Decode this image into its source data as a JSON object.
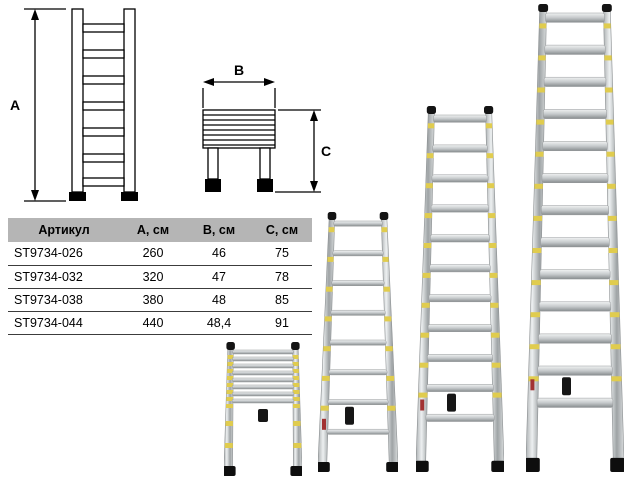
{
  "diagram": {
    "front": {
      "height_label": "A"
    },
    "side": {
      "width_label": "B",
      "height_label": "C"
    }
  },
  "table": {
    "headers": [
      "Артикул",
      "А, см",
      "В, см",
      "С, см"
    ],
    "rows": [
      [
        "ST9734-026",
        "260",
        "46",
        "75"
      ],
      [
        "ST9734-032",
        "320",
        "47",
        "78"
      ],
      [
        "ST9734-038",
        "380",
        "48",
        "85"
      ],
      [
        "ST9734-044",
        "440",
        "48,4",
        "91"
      ]
    ]
  },
  "colors": {
    "table_header_bg": "#b5b5b5",
    "ladder_accent_yellow": "#e0cc4e",
    "ladder_black_parts": "#141414"
  }
}
